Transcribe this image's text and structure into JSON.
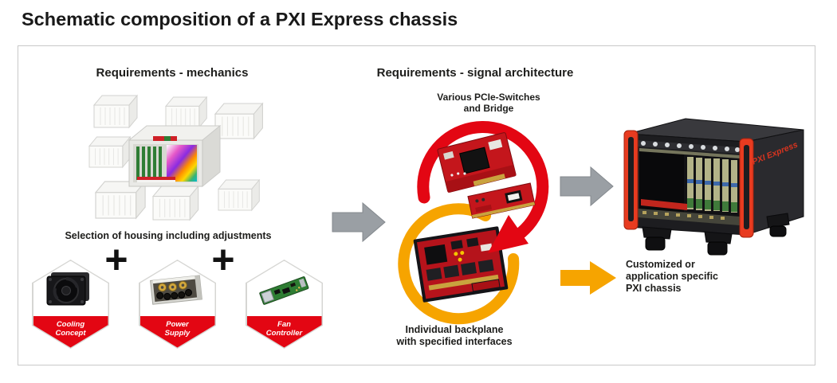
{
  "page": {
    "title": "Schematic composition of a PXI Express chassis"
  },
  "colors": {
    "brand_red": "#e30613",
    "brand_yellow": "#f6a400",
    "arrow_gray": "#9a9fa4"
  },
  "mechanics": {
    "header": "Requirements - mechanics",
    "cluster_icon": "chassis-housings-cluster",
    "selection_label": "Selection of housing including adjustments",
    "plus": "+",
    "badges": [
      {
        "label": "Cooling\nConcept",
        "icon": "cooling-fan-icon"
      },
      {
        "label": "Power\nSupply",
        "icon": "power-supply-icon"
      },
      {
        "label": "Fan\nController",
        "icon": "fan-controller-icon"
      }
    ]
  },
  "signal": {
    "header": "Requirements - signal architecture",
    "switches_label": "Various PCIe-Switches\nand Bridge",
    "backplane_label": "Individual backplane\nwith specified interfaces",
    "red_cycle_icon": "circular-arrow",
    "yellow_cycle_icon": "circular-arrow"
  },
  "result": {
    "chassis_brand": "PXI Express",
    "outcome_label": "Customized or\napplication specific\nPXI chassis"
  }
}
